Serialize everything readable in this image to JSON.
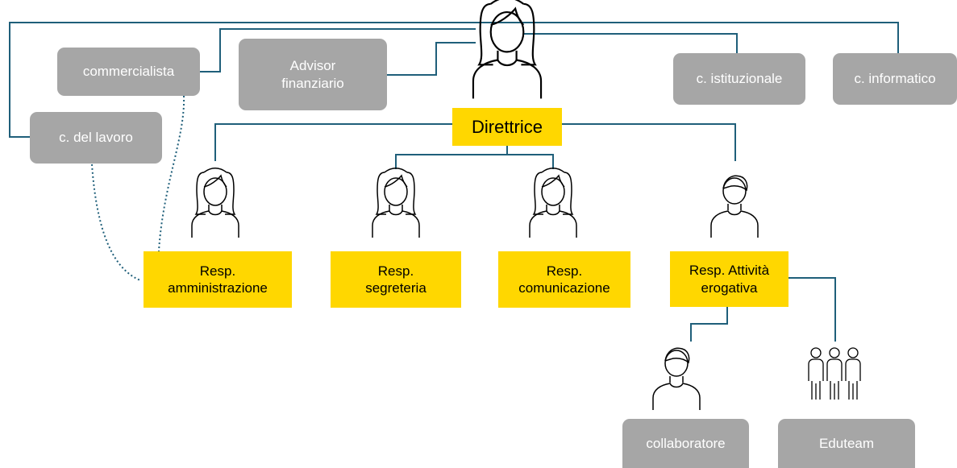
{
  "external_advisors": {
    "commercialista": "commercialista",
    "advisor_finanziario": "Advisor\nfinanziario",
    "consulente_lavoro": "c. del lavoro",
    "consulente_istituzionale": "c. istituzionale",
    "consulente_informatico": "c. informatico"
  },
  "director": {
    "label": "Direttrice"
  },
  "managers": {
    "amministrazione": "Resp.\namministrazione",
    "segreteria": "Resp.\nsegreteria",
    "comunicazione": "Resp.\ncomunicazione",
    "attivita_erogativa": "Resp. Attività\nerogativa"
  },
  "staff": {
    "collaboratore": "collaboratore",
    "eduteam": "Eduteam"
  },
  "colors": {
    "connector": "#1f5f7a",
    "manager_box": "#ffd700",
    "advisor_box": "#a6a6a6",
    "icon_stroke": "#000000"
  },
  "icons": {
    "director": "woman-icon",
    "amministrazione": "woman-icon",
    "segreteria": "woman-icon",
    "comunicazione": "woman-icon",
    "attivita_erogativa": "man-icon",
    "collaboratore": "man-icon",
    "eduteam": "group-icon"
  }
}
